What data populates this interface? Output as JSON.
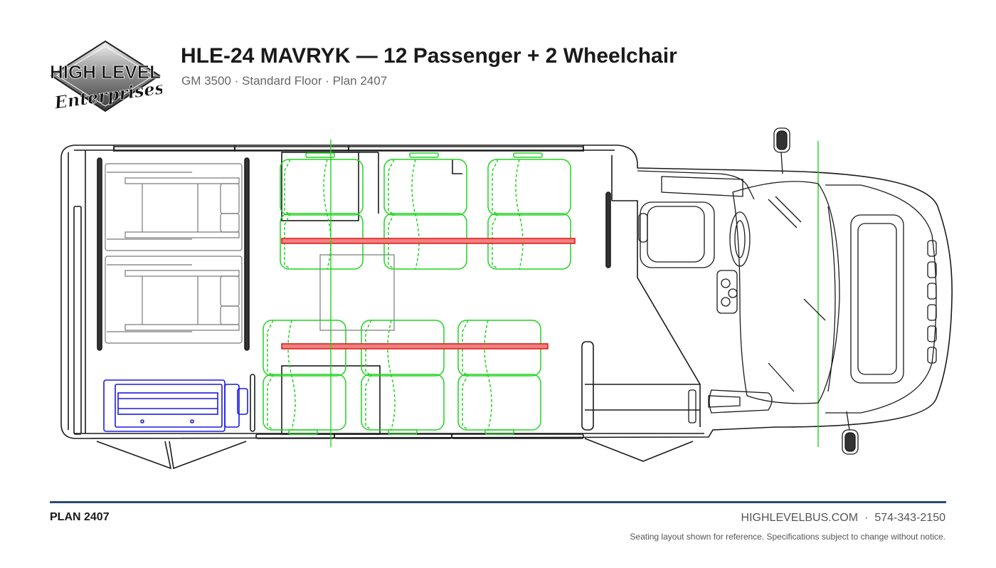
{
  "header": {
    "title": "HLE-24 MAVRYK — 12 Passenger + 2 Wheelchair",
    "subtitle": "GM 3500 · Standard Floor · Plan 2407"
  },
  "logo": {
    "line1": "HIGH LEVEL",
    "line2": "Enterprises"
  },
  "footer": {
    "plan_label": "PLAN 2407",
    "website": "HIGHLEVELBUS.COM",
    "separator": "·",
    "phone": "574-343-2150",
    "disclaimer": "Seating layout shown for reference. Specifications subject to change without notice."
  },
  "colors": {
    "seat": "#1fd41f",
    "lift": "#1a1ae6",
    "restraint_track": "#e02020",
    "centerline": "#1fd41f",
    "outline": "#1a1a1a",
    "accent_rule": "#2b4a73"
  },
  "floorplan": {
    "passenger_seats": 12,
    "wheelchair_positions": 2
  }
}
